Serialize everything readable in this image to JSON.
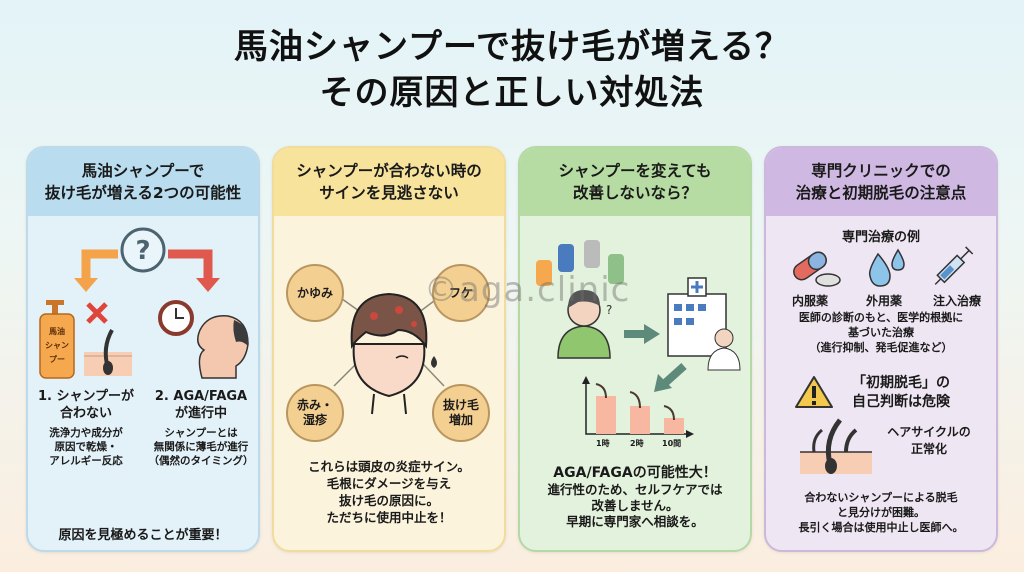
{
  "title": {
    "line1": "馬油シャンプーで抜け毛が増える？",
    "line2": "その原因と正しい対処法"
  },
  "watermark": "©aga.clinic",
  "cards": [
    {
      "heading_line1": "馬油シャンプーで",
      "heading_line2": "抜け毛が増える2つの可能性",
      "icons": [
        "question-icon",
        "orange-arrow-icon",
        "red-arrow-icon",
        "bottle-icon",
        "cross-icon",
        "hair-follicle-icon",
        "clock-icon",
        "balding-head-icon"
      ],
      "bottle_label": "馬油\nシャン\nプー",
      "possibilities": [
        {
          "title_line1": "1. シャンプーが",
          "title_line2": "合わない",
          "desc": [
            "洗浄力や成分が",
            "原因で乾燥・",
            "アレルギー反応"
          ]
        },
        {
          "title_line1": "2. AGA/FAGA",
          "title_line2": "が進行中",
          "desc": [
            "シャンプーとは",
            "無関係に薄毛が進行",
            "（偶然のタイミング）"
          ]
        }
      ],
      "footer": "原因を見極めることが重要！",
      "colors": {
        "header": "#b9dcee",
        "body": "#e3f1f8",
        "orange": "#f5a34a",
        "red": "#e0594f"
      }
    },
    {
      "heading_line1": "シャンプーが合わない時の",
      "heading_line2": "サインを見逃さない",
      "signs": [
        "かゆみ",
        "フケ",
        "赤み・\n湿疹",
        "抜け毛\n増加"
      ],
      "body": [
        "これらは頭皮の炎症サイン。",
        "毛根にダメージを与え",
        "抜け毛の原因に。",
        "ただちに使用中止を！"
      ],
      "colors": {
        "header": "#f7e39c",
        "body": "#fbf3dc",
        "bubble": "#f3cf91"
      }
    },
    {
      "heading_line1": "シャンプーを変えても",
      "heading_line2": "改善しないなら？",
      "icons": [
        "shampoo-bottles-icon",
        "worried-person-icon",
        "arrow-right-icon",
        "hospital-icon",
        "doctor-icon",
        "arrow-down-left-icon",
        "hair-decline-chart-icon"
      ],
      "chart_labels": [
        "1時",
        "2時",
        "10間"
      ],
      "body": [
        "AGA/FAGAの可能性大！",
        "進行性のため、セルフケアでは",
        "改善しません。",
        "早期に専門家へ相談を。"
      ],
      "colors": {
        "header": "#b6dca3",
        "body": "#e3f2dc",
        "bar": "#f7b7a0",
        "arrow": "#5d8a7a"
      }
    },
    {
      "heading_line1": "専門クリニックでの",
      "heading_line2": "治療と初期脱毛の注意点",
      "sub_heading": "専門治療の例",
      "treatments": [
        {
          "label": "内服薬",
          "icon": "pill-icon"
        },
        {
          "label": "外用薬",
          "icon": "drops-icon"
        },
        {
          "label": "注入治療",
          "icon": "syringe-icon"
        }
      ],
      "treatment_desc": [
        "医師の診断のもと、医学的根拠に",
        "基づいた治療",
        "（進行抑制、発毛促進など）"
      ],
      "warning_line1": "「初期脱毛」の",
      "warning_line2": "自己判断は危険",
      "hair_cycle": [
        "ヘアサイクルの",
        "正常化"
      ],
      "footer": [
        "合わないシャンプーによる脱毛",
        "と見分けが困難。",
        "長引く場合は使用中止し医師へ。"
      ],
      "colors": {
        "header": "#cfb9e2",
        "body": "#efe6f3",
        "warning": "#f2c94c"
      }
    }
  ]
}
